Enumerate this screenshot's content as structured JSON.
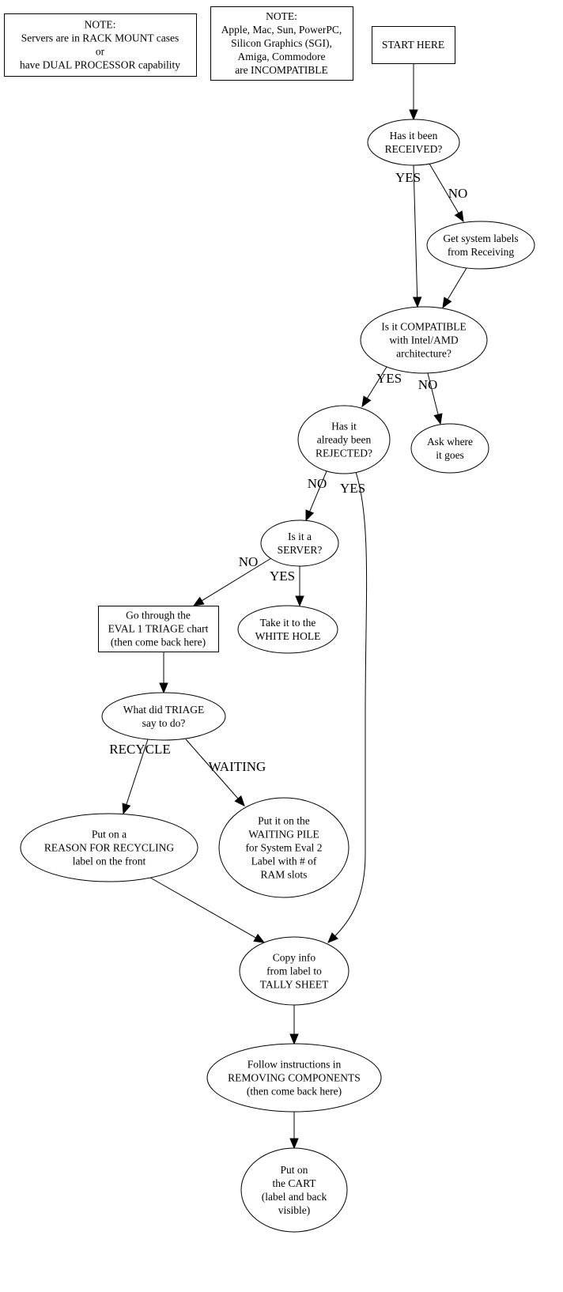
{
  "diagram": {
    "type": "flowchart",
    "notes": [
      {
        "id": "note_servers",
        "lines": [
          "NOTE:",
          "Servers are in RACK MOUNT cases",
          "or",
          "have DUAL PROCESSOR capability"
        ]
      },
      {
        "id": "note_incompatible",
        "lines": [
          "NOTE:",
          "Apple, Mac, Sun, PowerPC,",
          "Silicon Graphics (SGI),",
          "Amiga, Commodore",
          "are INCOMPATIBLE"
        ]
      }
    ],
    "nodes": [
      {
        "id": "start",
        "shape": "box",
        "lines": [
          "START HERE"
        ]
      },
      {
        "id": "received",
        "shape": "ellipse",
        "lines": [
          "Has it been",
          "RECEIVED?"
        ]
      },
      {
        "id": "get_labels",
        "shape": "ellipse",
        "lines": [
          "Get system labels",
          "from Receiving"
        ]
      },
      {
        "id": "compatible",
        "shape": "ellipse",
        "lines": [
          "Is it COMPATIBLE",
          "with Intel/AMD",
          "architecture?"
        ]
      },
      {
        "id": "rejected",
        "shape": "ellipse",
        "lines": [
          "Has it",
          "already been",
          "REJECTED?"
        ]
      },
      {
        "id": "ask_where",
        "shape": "ellipse",
        "lines": [
          "Ask where",
          "it goes"
        ]
      },
      {
        "id": "server",
        "shape": "ellipse",
        "lines": [
          "Is it a",
          "SERVER?"
        ]
      },
      {
        "id": "eval1",
        "shape": "box",
        "lines": [
          "Go through the",
          "EVAL 1 TRIAGE chart",
          "(then come back here)"
        ]
      },
      {
        "id": "white_hole",
        "shape": "ellipse",
        "lines": [
          "Take it to the",
          "WHITE HOLE"
        ]
      },
      {
        "id": "triage",
        "shape": "ellipse",
        "lines": [
          "What did TRIAGE",
          "say to do?"
        ]
      },
      {
        "id": "recycle_label",
        "shape": "ellipse",
        "lines": [
          "Put on a",
          "REASON FOR RECYCLING",
          "label on the front"
        ]
      },
      {
        "id": "waiting_pile",
        "shape": "ellipse",
        "lines": [
          "Put it on the",
          "WAITING PILE",
          "for System Eval 2",
          "Label with # of",
          "RAM slots"
        ]
      },
      {
        "id": "tally",
        "shape": "ellipse",
        "lines": [
          "Copy info",
          "from label to",
          "TALLY SHEET"
        ]
      },
      {
        "id": "removing",
        "shape": "ellipse",
        "lines": [
          "Follow instructions in",
          "REMOVING COMPONENTS",
          "(then come back here)"
        ]
      },
      {
        "id": "cart",
        "shape": "ellipse",
        "lines": [
          "Put on",
          "the CART",
          "(label and back",
          "visible)"
        ]
      }
    ],
    "edges": [
      {
        "from": "start",
        "to": "received",
        "label": ""
      },
      {
        "from": "received",
        "to": "compatible",
        "label": "YES"
      },
      {
        "from": "received",
        "to": "get_labels",
        "label": "NO"
      },
      {
        "from": "get_labels",
        "to": "compatible",
        "label": ""
      },
      {
        "from": "compatible",
        "to": "rejected",
        "label": "YES"
      },
      {
        "from": "compatible",
        "to": "ask_where",
        "label": "NO"
      },
      {
        "from": "rejected",
        "to": "server",
        "label": "NO"
      },
      {
        "from": "rejected",
        "to": "tally",
        "label": "YES"
      },
      {
        "from": "server",
        "to": "eval1",
        "label": "NO"
      },
      {
        "from": "server",
        "to": "white_hole",
        "label": "YES"
      },
      {
        "from": "eval1",
        "to": "triage",
        "label": ""
      },
      {
        "from": "triage",
        "to": "recycle_label",
        "label": "RECYCLE"
      },
      {
        "from": "triage",
        "to": "waiting_pile",
        "label": "WAITING"
      },
      {
        "from": "recycle_label",
        "to": "tally",
        "label": ""
      },
      {
        "from": "tally",
        "to": "removing",
        "label": ""
      },
      {
        "from": "removing",
        "to": "cart",
        "label": ""
      }
    ]
  }
}
